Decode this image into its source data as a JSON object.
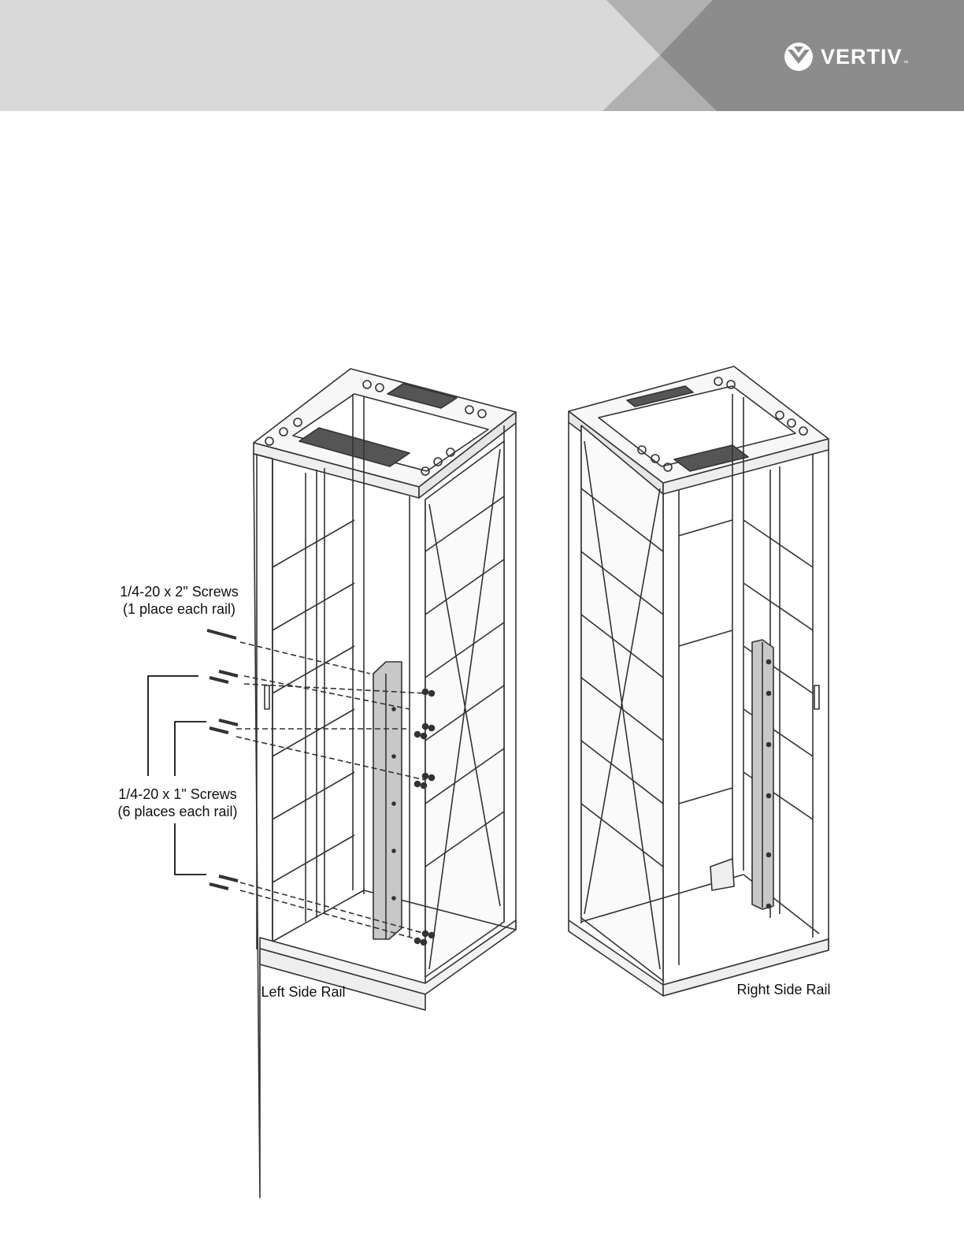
{
  "header": {
    "brand_name": "VERTIV",
    "trademark": "™",
    "colors": {
      "band_light": "#d9d9d9",
      "band_mid": "#b0b0b0",
      "band_dark": "#8c8c8c",
      "logo": "#ffffff"
    }
  },
  "figure": {
    "callout_2in": {
      "line1": "1/4-20 x 2\" Screws",
      "line2": "(1 place each rail)"
    },
    "callout_1in": {
      "line1": "1/4-20 x 1\" Screws",
      "line2": "(6 places each rail)"
    },
    "left_caption": "Left Side Rail",
    "right_caption": "Right Side Rail"
  }
}
